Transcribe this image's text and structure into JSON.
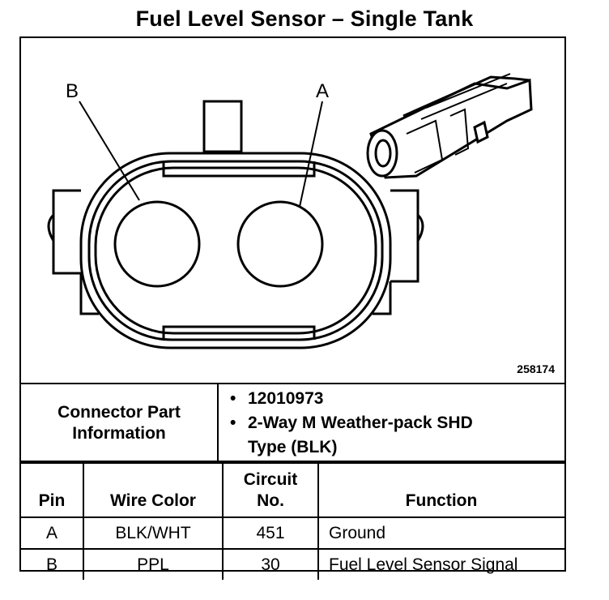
{
  "title": "Fuel Level Sensor – Single Tank",
  "figure_number": "258174",
  "pin_labels": {
    "b": "B",
    "a": "A"
  },
  "connector_info": {
    "label_line1": "Connector Part",
    "label_line2": "Information",
    "bullet": "•",
    "part_number": "12010973",
    "description_line1": "2-Way M Weather-pack SHD",
    "description_line2": "Type (BLK)"
  },
  "pin_table": {
    "headers": {
      "pin": "Pin",
      "wire_color": "Wire Color",
      "circuit_line1": "Circuit",
      "circuit_line2": "No.",
      "function": "Function"
    },
    "rows": [
      {
        "pin": "A",
        "wire_color": "BLK/WHT",
        "circuit": "451",
        "function": "Ground"
      },
      {
        "pin": "B",
        "wire_color": "PPL",
        "circuit": "30",
        "function": "Fuel Level Sensor Signal"
      }
    ]
  }
}
